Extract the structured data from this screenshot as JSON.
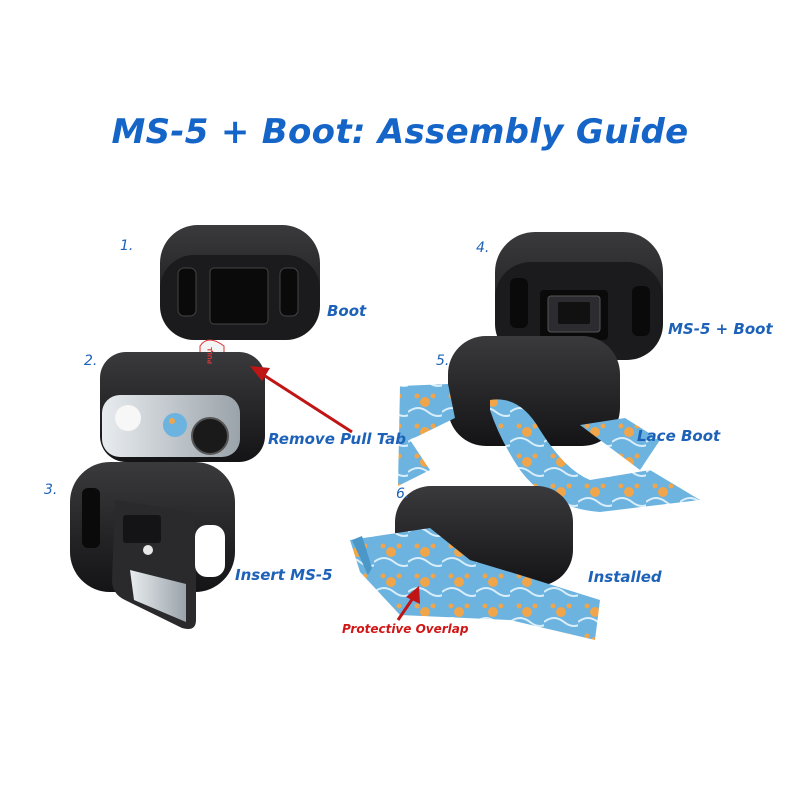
{
  "title": "MS-5 + Boot:  Assembly Guide",
  "steps": [
    {
      "number": "1.",
      "label": "Boot"
    },
    {
      "number": "2.",
      "label": "Remove Pull Tab"
    },
    {
      "number": "3.",
      "label": "Insert MS-5"
    },
    {
      "number": "4.",
      "label": "MS-5 + Boot"
    },
    {
      "number": "5.",
      "label": "Lace Boot"
    },
    {
      "number": "6.",
      "label": "Installed"
    }
  ],
  "callout": "Protective Overlap",
  "pull_tab_text": "PULL",
  "colors": {
    "title": "#1565c8",
    "label": "#1d62b8",
    "callout": "#d01616",
    "boot": "#1f1f21",
    "strap": "#6cb3e0",
    "paw": "#f0a54a"
  }
}
